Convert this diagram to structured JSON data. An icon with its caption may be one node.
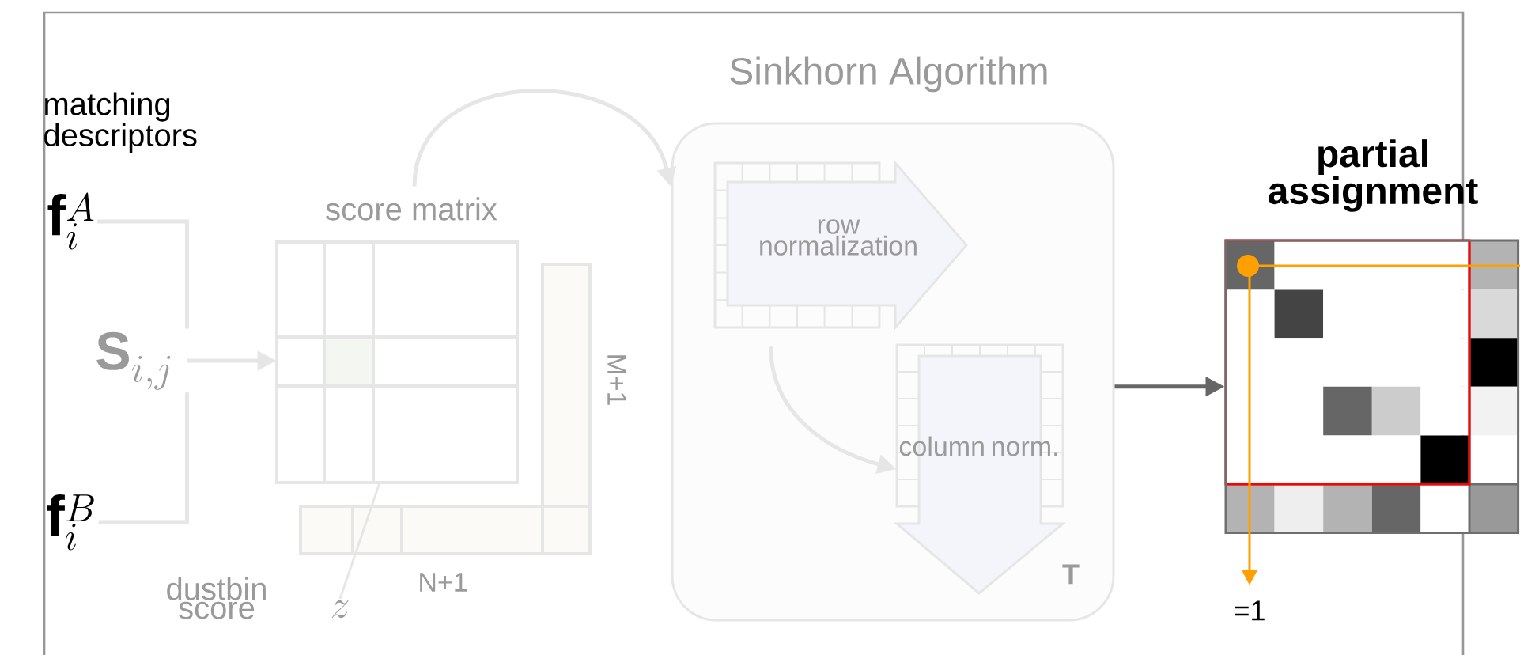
{
  "diagram": {
    "nodes": [
      {
        "text": [
          "\\mathbf{f}_i^A"
        ]
      },
      {
        "text": [
          "\\mathbf{f}_i^B"
        ]
      },
      {
        "text": [
          "\\mathbf{S}_{i,j}"
        ]
      },
      {
        "text": [
          "score matrix"
        ]
      },
      {
        "text": [
          "Sinkhorn Algorithm",
          "T"
        ]
      },
      {
        "text": [
          "row normalization"
        ],
        "in": 4
      },
      {
        "text": [
          "column norm."
        ],
        "in": 4
      },
      {
        "text": [
          "partial assignment"
        ]
      },
      {
        "text": [
          "z"
        ]
      }
    ],
    "edges": [
      {
        "from": 0,
        "to": 2,
        "arrow": "none"
      },
      {
        "from": 1,
        "to": 2,
        "arrow": "none"
      },
      {
        "from": 2,
        "to": 3,
        "arrow": "to"
      },
      {
        "from": 3,
        "to": 4,
        "arrow": "to"
      },
      {
        "from": 5,
        "to": 6,
        "arrow": "to"
      },
      {
        "from": 4,
        "to": 7,
        "arrow": "to",
        "color": "#666666"
      },
      {
        "from": 8,
        "to": 3,
        "arrow": "none"
      }
    ],
    "labels": [
      "matching descriptors",
      "M+1",
      "N+1",
      "dustbin score",
      "=1"
    ]
  }
}
